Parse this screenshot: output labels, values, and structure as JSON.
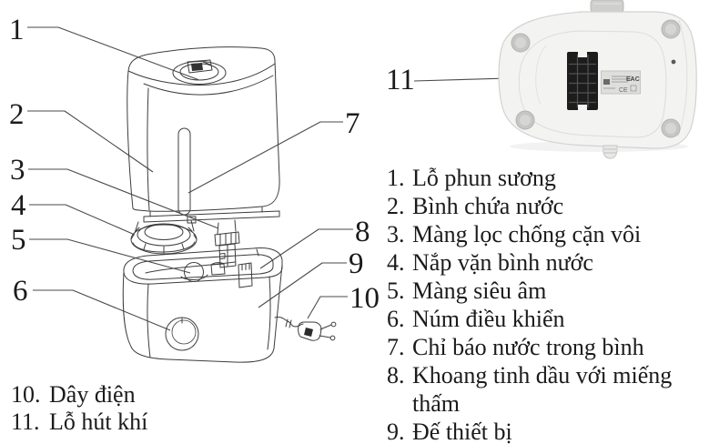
{
  "diagram": {
    "callouts": [
      "1",
      "2",
      "3",
      "4",
      "5",
      "6",
      "7",
      "8",
      "9",
      "10",
      "11"
    ]
  },
  "parts_list": {
    "items": [
      {
        "num": "1.",
        "label": "Lỗ phun sương"
      },
      {
        "num": "2.",
        "label": "Bình chứa nước"
      },
      {
        "num": "3.",
        "label": "Màng lọc chống cặn vôi"
      },
      {
        "num": "4.",
        "label": "Nắp vặn bình nước"
      },
      {
        "num": "5.",
        "label": "Màng siêu âm"
      },
      {
        "num": "6.",
        "label": "Núm điều khiển"
      },
      {
        "num": "7.",
        "label": "Chỉ báo nước trong bình"
      },
      {
        "num": "8.",
        "label": "Khoang tinh dầu với miếng thấm"
      },
      {
        "num": "9.",
        "label": "Đế thiết bị"
      }
    ]
  },
  "bottom_list": {
    "items": [
      {
        "num": "10.",
        "label": "Dây điện"
      },
      {
        "num": "11.",
        "label": "Lỗ hút khí"
      }
    ]
  },
  "photo": {
    "certification_marks": {
      "eac": "EAC",
      "ce": "CE"
    }
  },
  "colors": {
    "ink": "#1b1b1b",
    "line": "#3d3d3d",
    "leader": "#4a4a4a",
    "grille": "#1c1c1c"
  }
}
